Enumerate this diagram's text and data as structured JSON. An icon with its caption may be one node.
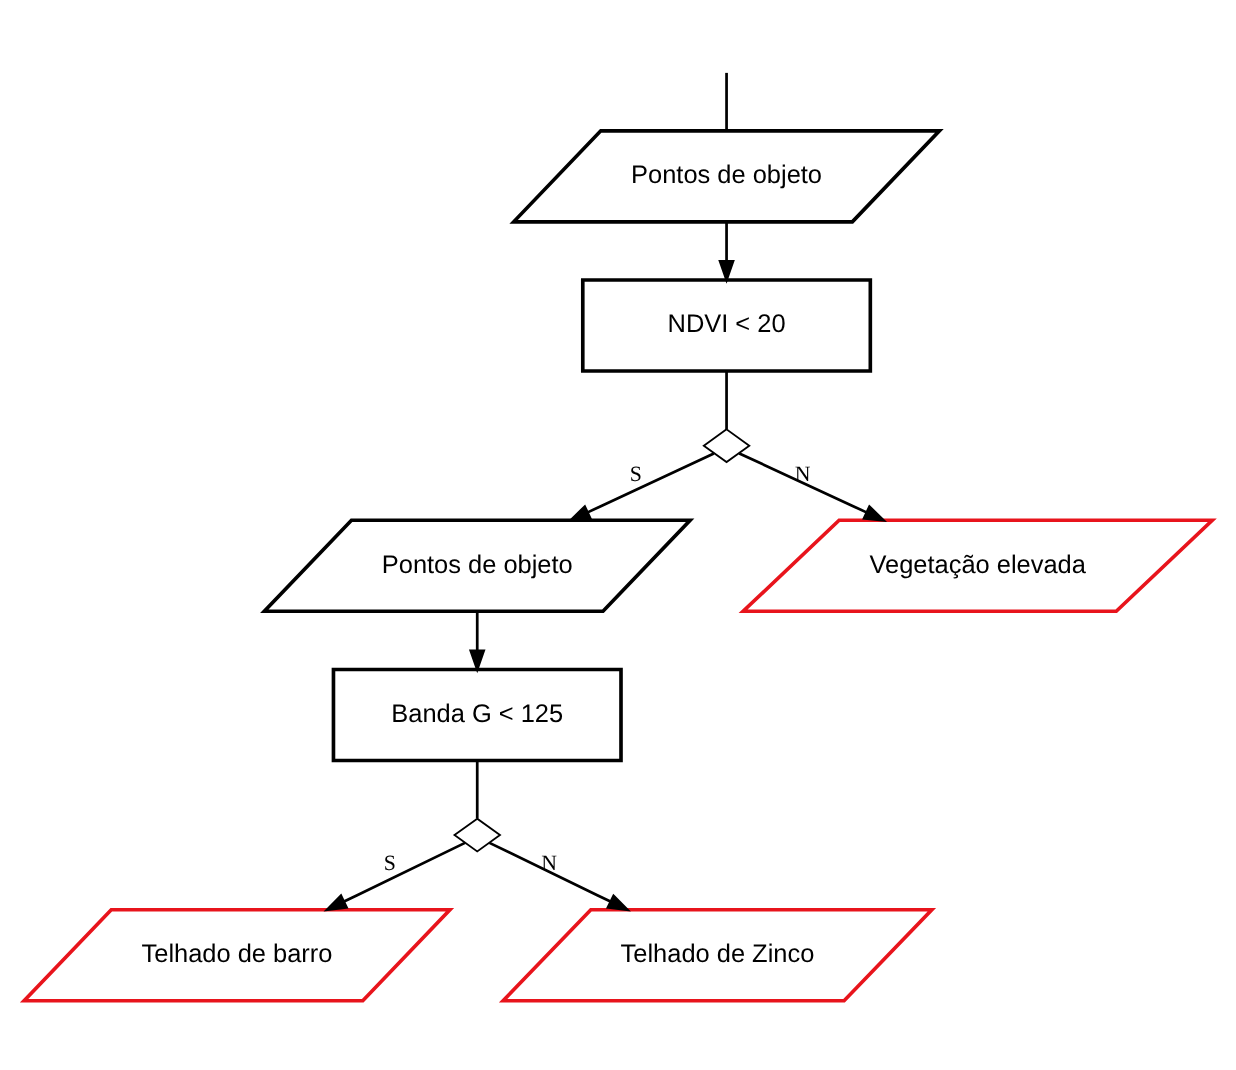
{
  "diagram": {
    "nodes": [
      {
        "text": [
          "Pontos de objeto"
        ]
      },
      {
        "text": [
          "NDVI < 20"
        ]
      },
      {
        "text": [],
        "shape": "diamond"
      },
      {
        "text": [
          "Pontos de objeto"
        ]
      },
      {
        "text": [
          "Vegetação elevada"
        ]
      },
      {
        "text": [
          "Banda G < 125"
        ]
      },
      {
        "text": [],
        "shape": "diamond"
      },
      {
        "text": [
          "Telhado de barro"
        ]
      },
      {
        "text": [
          "Telhado de Zinco"
        ]
      }
    ],
    "edges": [
      {
        "from": null,
        "to": 0,
        "arrow": "none"
      },
      {
        "from": 0,
        "to": 1,
        "arrow": "to"
      },
      {
        "from": 1,
        "to": 2,
        "arrow": "none"
      },
      {
        "from": 2,
        "to": 3,
        "label": "S",
        "arrow": "to"
      },
      {
        "from": 2,
        "to": 4,
        "label": "N",
        "arrow": "to"
      },
      {
        "from": 3,
        "to": 5,
        "arrow": "to"
      },
      {
        "from": 5,
        "to": 6,
        "arrow": "none"
      },
      {
        "from": 6,
        "to": 7,
        "label": "S",
        "arrow": "to"
      },
      {
        "from": 6,
        "to": 8,
        "label": "N",
        "arrow": "to"
      }
    ]
  }
}
